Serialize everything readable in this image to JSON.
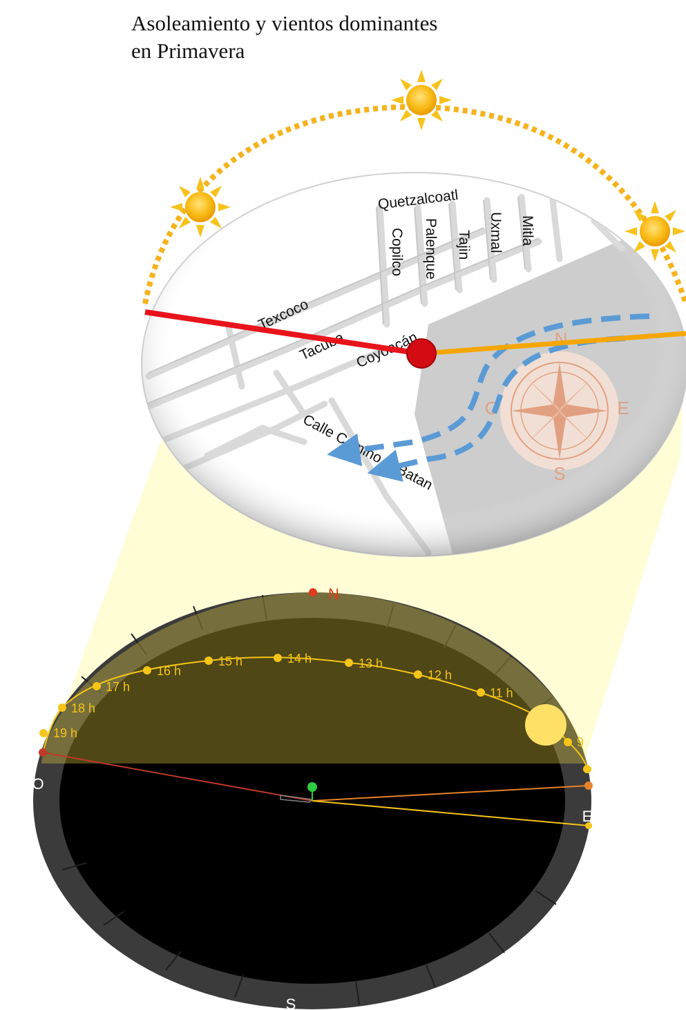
{
  "title": {
    "line1": "Asoleamiento y vientos dominantes",
    "line2": "en Primavera"
  },
  "colors": {
    "sun": "#F9BC18",
    "sun_path_dotted": "#F5B31E",
    "sunrise_line": "#F5A700",
    "sunset_line": "#E8131B",
    "wind": "#5B9BD5",
    "compass_rose": "#E2A083",
    "site_marker": "#D40B12",
    "diagram_hour_dot": "#F5C518",
    "diagram_north_marker": "#E03A1A",
    "diagram_center_marker": "#2ECC40"
  },
  "map": {
    "streets": [
      "Quetzalcoatl",
      "Copilco",
      "Palenque",
      "Tajin",
      "Uxmal",
      "Mitla",
      "Texcoco",
      "Tacuba",
      "Coyoacán",
      "Calle Camino al Batan"
    ],
    "compass_letters": [
      "N",
      "O",
      "E",
      "S"
    ]
  },
  "sun_diagram": {
    "north_label": "N",
    "south_label": "S",
    "west_label": "O",
    "east_label": "E",
    "hour_labels": [
      "19 h",
      "18 h",
      "17 h",
      "16 h",
      "15 h",
      "14 h",
      "13 h",
      "12 h",
      "11 h",
      "9"
    ]
  }
}
